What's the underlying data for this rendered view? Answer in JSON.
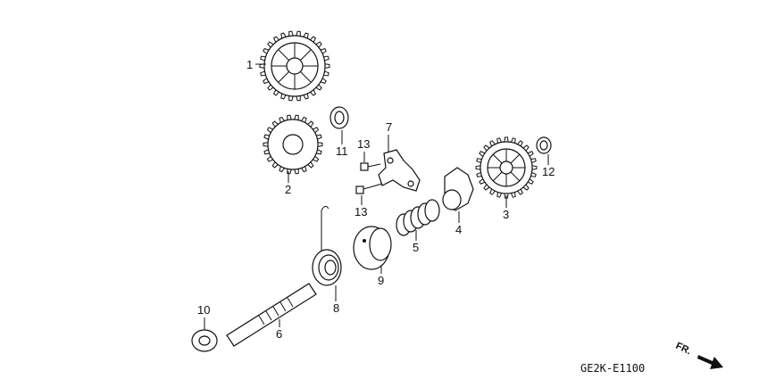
{
  "diagram": {
    "callouts": [
      "1",
      "2",
      "3",
      "4",
      "5",
      "6",
      "7",
      "8",
      "9",
      "10",
      "11",
      "12",
      "13",
      "13"
    ],
    "code": "GE2K-E1100",
    "direction_label": "FR."
  }
}
